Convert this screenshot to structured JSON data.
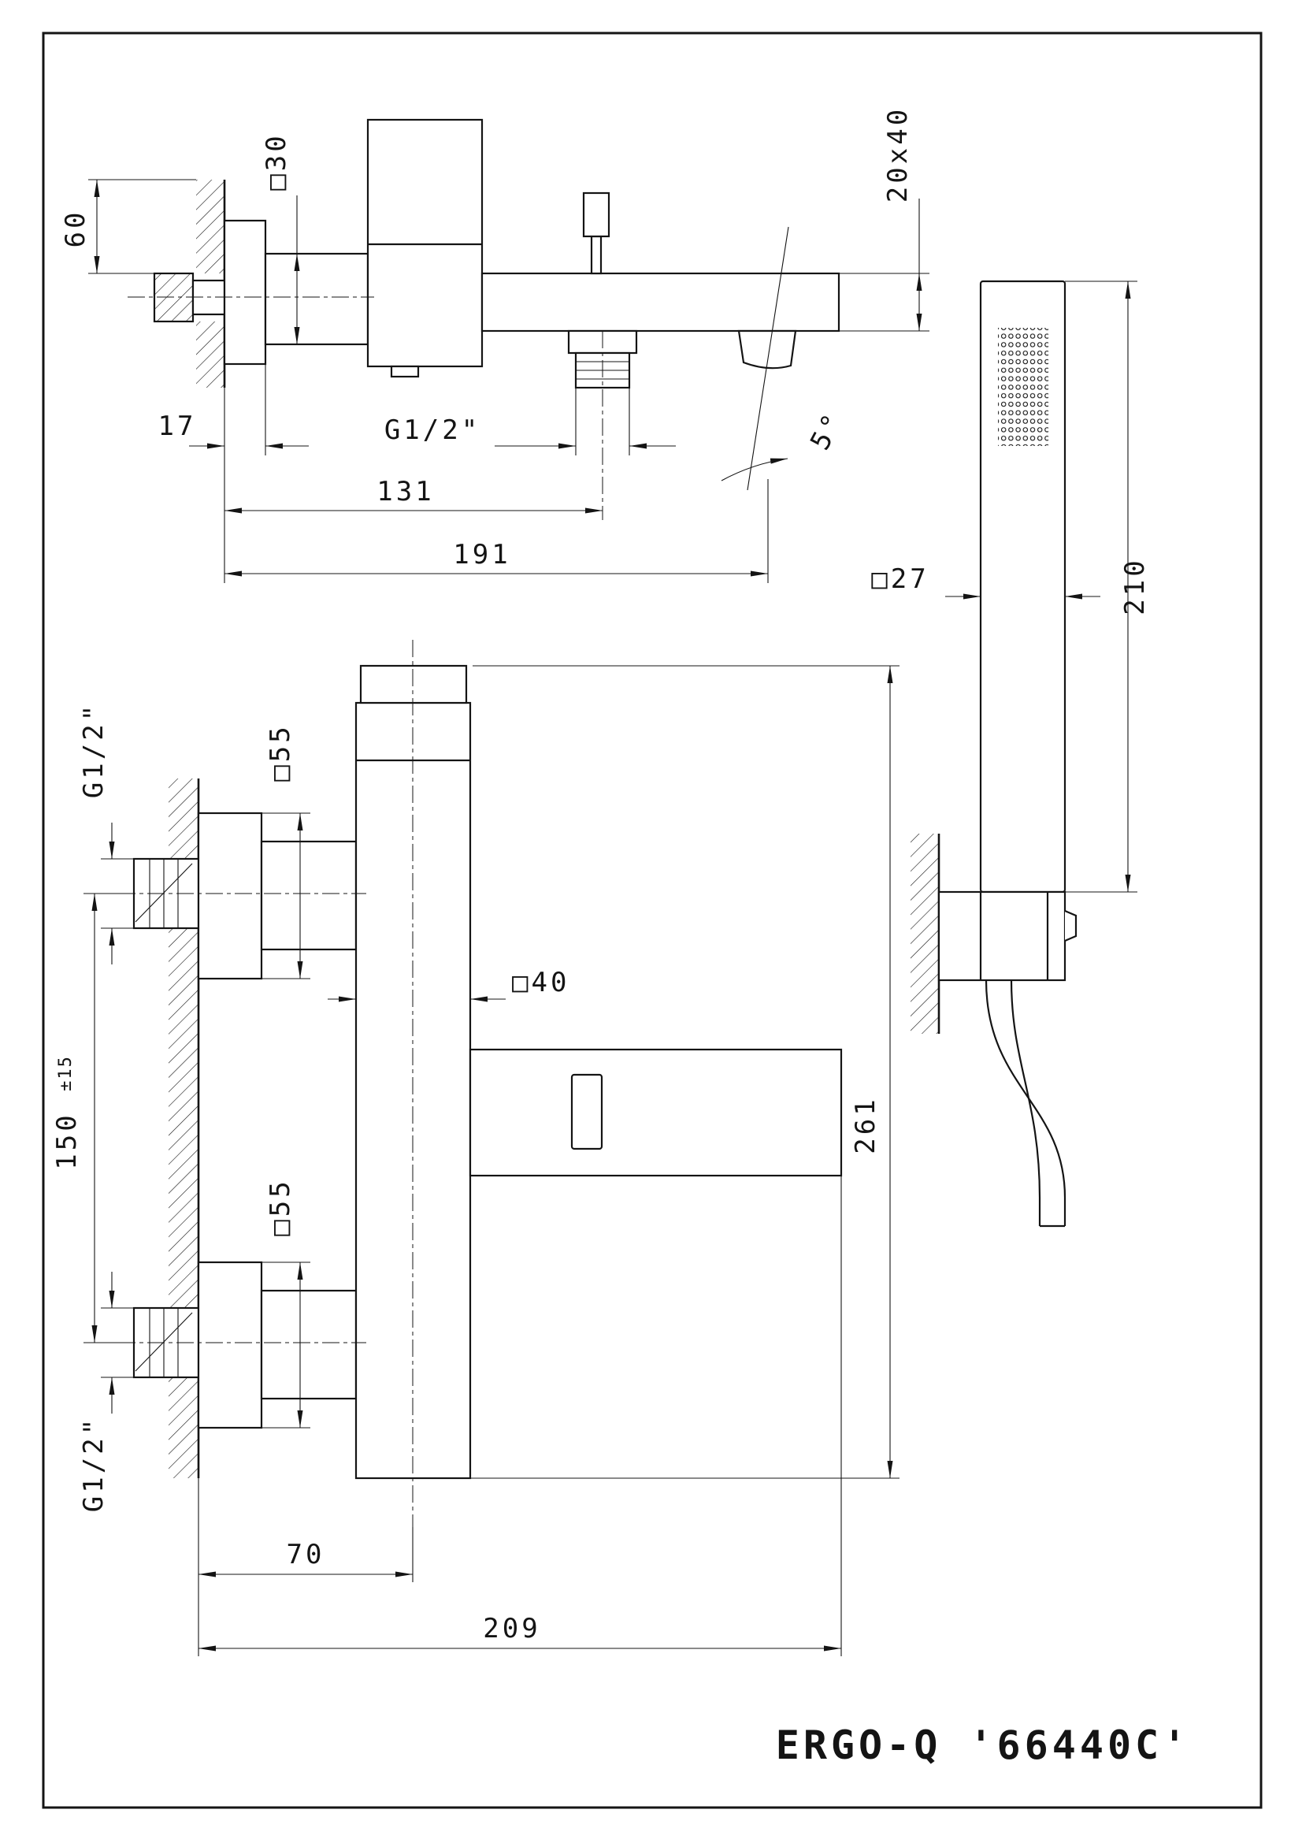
{
  "title": "ERGO-Q '66440C'",
  "side_view": {
    "dim_60": "60",
    "dim_square30": "□30",
    "dim_20x40": "20x40",
    "dim_17": "17",
    "thread_label": "G1/2\"",
    "dim_131": "131",
    "dim_191": "191",
    "angle_label": "5°"
  },
  "hand_shower": {
    "dim_square27": "□27",
    "dim_210": "210"
  },
  "front_view": {
    "thread_top": "G1/2\"",
    "dim_square55_top": "□55",
    "dim_square40": "□40",
    "dim_150": "150",
    "dim_150_tolerance": "±15",
    "dim_square55_bottom": "□55",
    "thread_bottom": "G1/2\"",
    "dim_70": "70",
    "dim_209": "209",
    "dim_261": "261"
  }
}
